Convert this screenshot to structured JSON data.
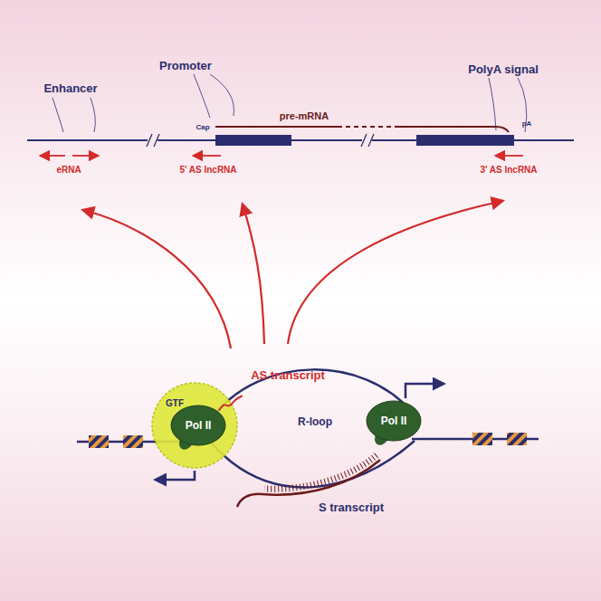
{
  "diagram": {
    "nodes": [
      {
        "text": [
          "GTF"
        ]
      },
      {
        "text": [
          "Pol II"
        ],
        "in": 0
      },
      {
        "text": [
          "Pol II"
        ]
      }
    ],
    "labels": [
      "Enhancer",
      "Promoter",
      "PolyA signal",
      "Cap",
      "pre-mRNA",
      "pA",
      "eRNA",
      "5' AS lncRNA",
      "3' AS lncRNA",
      "AS transcript",
      "R-loop",
      "S transcript"
    ]
  }
}
